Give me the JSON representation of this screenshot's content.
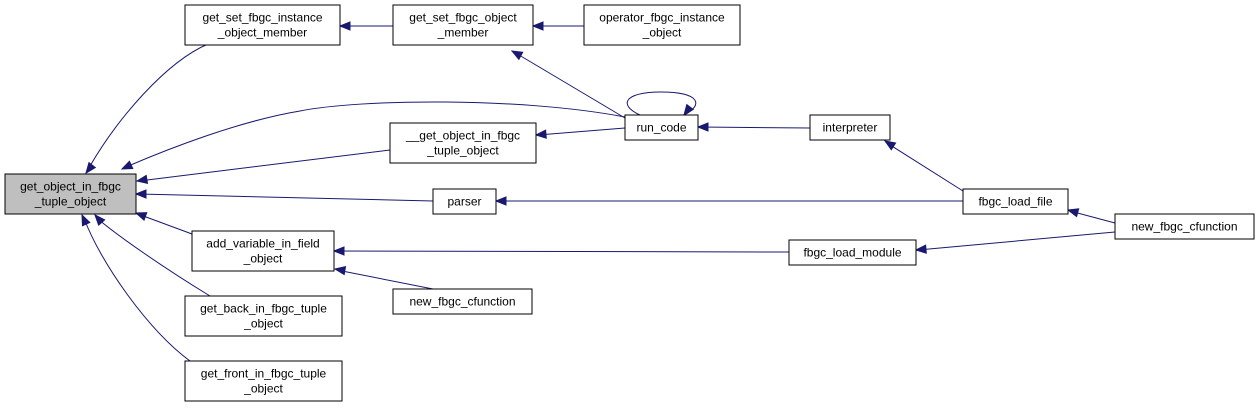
{
  "graph": {
    "edge_color": "#191970",
    "root_fill": "#bfbfbf",
    "nodes": [
      {
        "id": "root",
        "lines": [
          "get_object_in_fbgc",
          "_tuple_object"
        ]
      },
      {
        "id": "get_set_instance",
        "lines": [
          "get_set_fbgc_instance",
          "_object_member"
        ]
      },
      {
        "id": "get_set_object",
        "lines": [
          "get_set_fbgc_object",
          "_member"
        ]
      },
      {
        "id": "operator_instance",
        "lines": [
          "operator_fbgc_instance",
          "_object"
        ]
      },
      {
        "id": "run_code",
        "lines": [
          "run_code"
        ]
      },
      {
        "id": "get_object_in_tuple",
        "lines": [
          "__get_object_in_fbgc",
          "_tuple_object"
        ]
      },
      {
        "id": "interpreter",
        "lines": [
          "interpreter"
        ]
      },
      {
        "id": "parser",
        "lines": [
          "parser"
        ]
      },
      {
        "id": "fbgc_load_file",
        "lines": [
          "fbgc_load_file"
        ]
      },
      {
        "id": "new_cfunction_right",
        "lines": [
          "new_fbgc_cfunction"
        ]
      },
      {
        "id": "add_variable",
        "lines": [
          "add_variable_in_field",
          "_object"
        ]
      },
      {
        "id": "fbgc_load_module",
        "lines": [
          "fbgc_load_module"
        ]
      },
      {
        "id": "new_cfunction_mid",
        "lines": [
          "new_fbgc_cfunction"
        ]
      },
      {
        "id": "get_back",
        "lines": [
          "get_back_in_fbgc_tuple",
          "_object"
        ]
      },
      {
        "id": "get_front",
        "lines": [
          "get_front_in_fbgc_tuple",
          "_object"
        ]
      }
    ]
  }
}
